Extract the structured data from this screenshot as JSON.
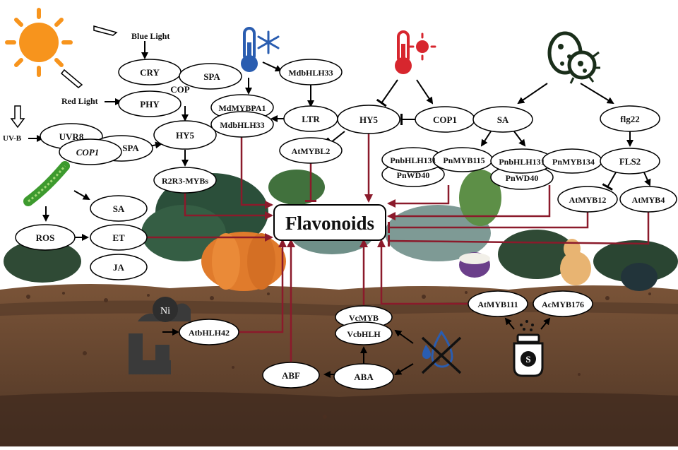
{
  "stimuli": {
    "blue_light": "Blue Light",
    "red_light": "Red Light",
    "uvb": "UV-B",
    "heavy_metal": "Ni"
  },
  "nodes": {
    "cry": "CRY",
    "spa_top": "SPA",
    "cop": "COP",
    "phy": "PHY",
    "uvr8": "UVR8",
    "cop1_left": "COP1",
    "spa_left": "SPA",
    "hy5_left": "HY5",
    "r2r3": "R2R3-MYBs",
    "mdbhlh33_top": "MdbHLH33",
    "mdmybpa1": "MdMYBPA1",
    "mdbhlh33_mid": "MdbHLH33",
    "ltr": "LTR",
    "hy5_mid": "HY5",
    "cop1_mid": "COP1",
    "atmybl2": "AtMYBL2",
    "sa_mid": "SA",
    "pnbhlh131_a": "PnbHLH131",
    "pnmyb115": "PnMYB115",
    "pnwd40_a": "PnWD40",
    "pnbhlh131_b": "PnbHLH131",
    "pnmyb134": "PnMYB134",
    "pnwd40_b": "PnWD40",
    "flg22": "flg22",
    "fls2": "FLS2",
    "atmyb12": "AtMYB12",
    "atmyb4": "AtMYB4",
    "ros": "ROS",
    "sa_left": "SA",
    "et": "ET",
    "ja": "JA",
    "atbhlh42": "AtbHLH42",
    "vcmyb": "VcMYB",
    "vcbhlh": "VcbHLH",
    "aba": "ABA",
    "abf": "ABF",
    "atmyb111": "AtMYB111",
    "acmyb176": "AcMYB176",
    "salt_letter": "S"
  },
  "center": {
    "label": "Flavonoids"
  },
  "colors": {
    "activation": "#8b1a2b",
    "arrow_black": "#000000",
    "sun": "#f7941d",
    "cold_icon": "#2a5db0",
    "heat_icon": "#d7262e",
    "microbe": "#1a2e1a",
    "soil": "#6b4a33",
    "pumpkin": "#e07b2c"
  },
  "icons": [
    "sun-icon",
    "cold-thermometer-icon",
    "heat-thermometer-icon",
    "microbe-icon",
    "algae-icon",
    "factory-icon",
    "drought-icon",
    "salt-shaker-icon"
  ]
}
